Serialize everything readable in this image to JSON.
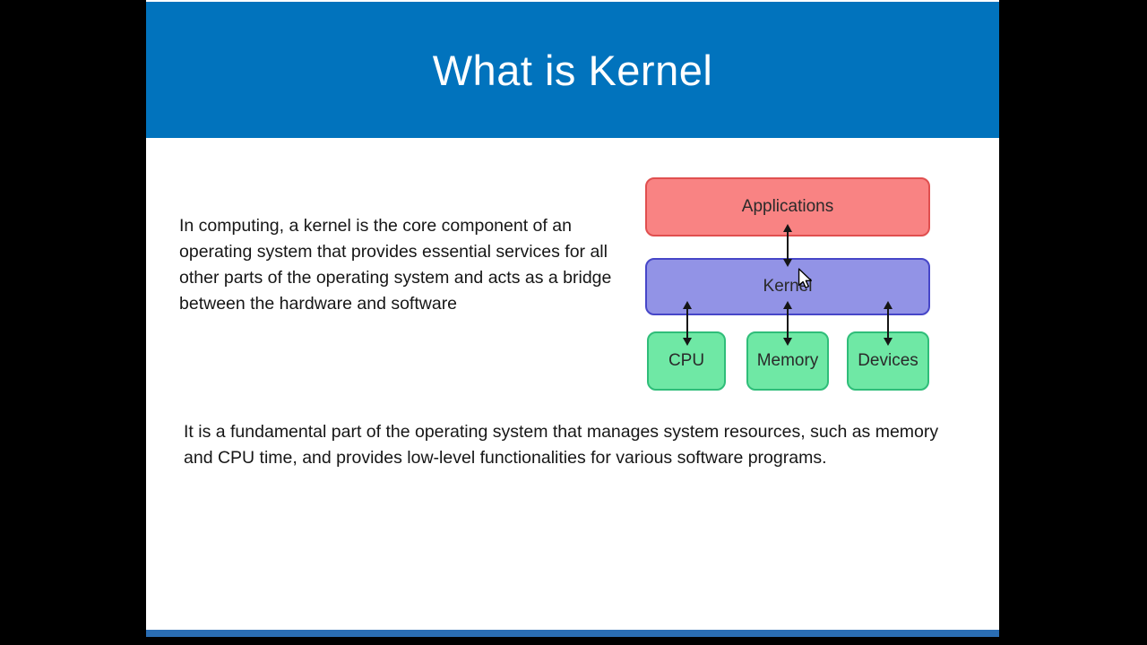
{
  "page": {
    "background": "#000000"
  },
  "slide": {
    "header": {
      "title": "What is Kernel",
      "background": "#0173bd",
      "text_color": "#ffffff"
    },
    "intro_paragraph": "In computing, a kernel is the core component of an operating system that provides essential services for all other parts of the operating system and acts as a bridge between the hardware and software",
    "bottom_paragraph": "It is a fundamental part of the operating system that manages system resources, such as memory and CPU time, and provides low-level functionalities for various software programs.",
    "footer_bar_color": "#2a6db3"
  },
  "diagram": {
    "nodes": [
      {
        "id": "applications",
        "label": "Applications",
        "fill": "#f98383",
        "border": "#e04f4f"
      },
      {
        "id": "kernel",
        "label": "Kernel",
        "fill": "#9293e6",
        "border": "#4646c8"
      },
      {
        "id": "cpu",
        "label": "CPU",
        "fill": "#6fe8a5",
        "border": "#2fbd79"
      },
      {
        "id": "memory",
        "label": "Memory",
        "fill": "#6fe8a5",
        "border": "#2fbd79"
      },
      {
        "id": "devices",
        "label": "Devices",
        "fill": "#6fe8a5",
        "border": "#2fbd79"
      }
    ],
    "arrow_color": "#151515",
    "connections": [
      "Applications <-> Kernel",
      "Kernel <-> CPU",
      "Kernel <-> Memory",
      "Kernel <-> Devices"
    ]
  }
}
